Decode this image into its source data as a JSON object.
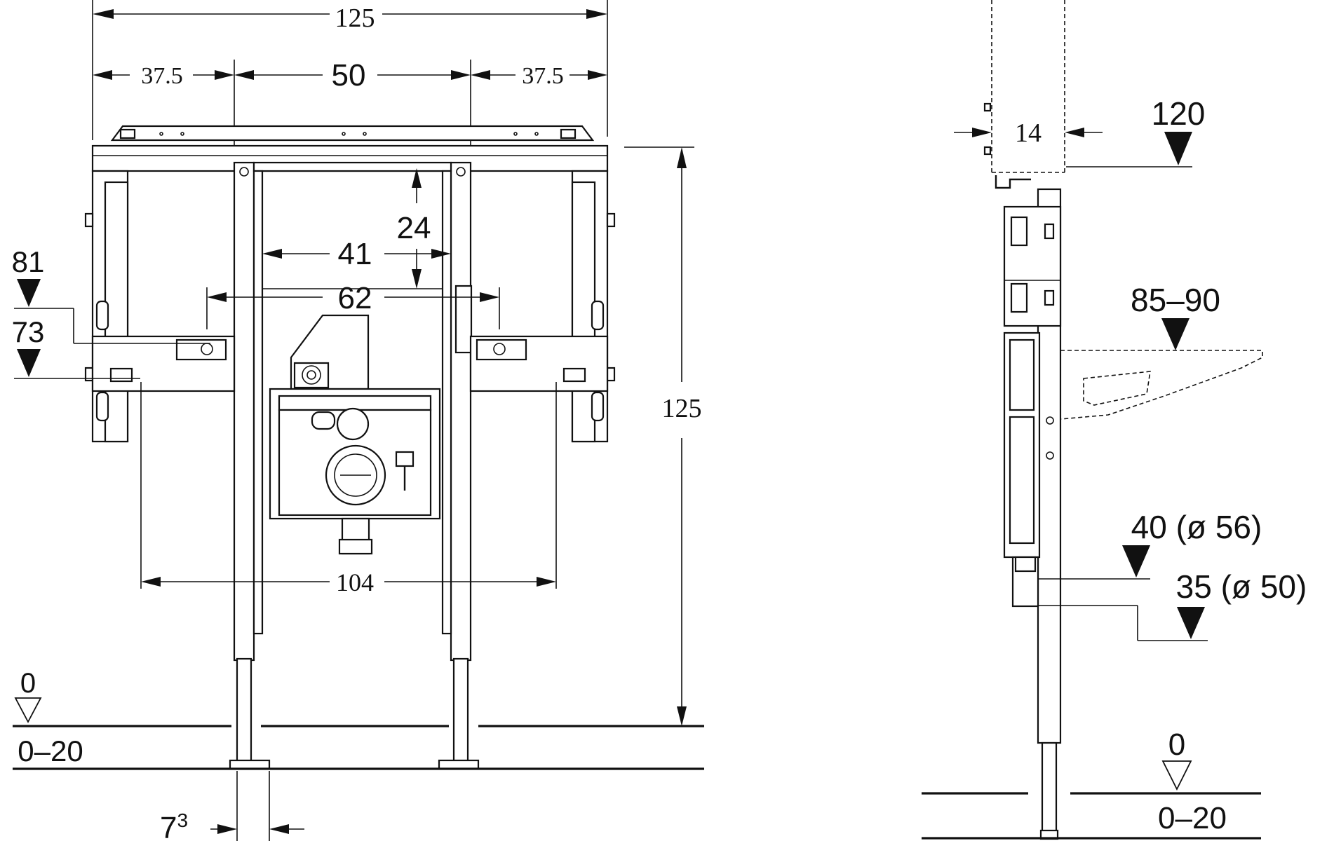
{
  "front_view": {
    "overall_width": "125",
    "side_offset_left": "37.5",
    "center_span": "50",
    "side_offset_right": "37.5",
    "opening_height": "24",
    "opening_width": "41",
    "inner_span": "62",
    "level_upper": "81",
    "level_lower": "73",
    "overall_height": "125",
    "bottom_span": "104",
    "floor_level": "0",
    "floor_range": "0–20",
    "leg_width_base": "7",
    "leg_width_exp": "3"
  },
  "side_view": {
    "depth": "14",
    "top_height": "120",
    "urinal_height": "85–90",
    "outlet_high": "40 (ø 56)",
    "outlet_low": "35 (ø 50)",
    "floor_level": "0",
    "floor_range": "0–20"
  }
}
